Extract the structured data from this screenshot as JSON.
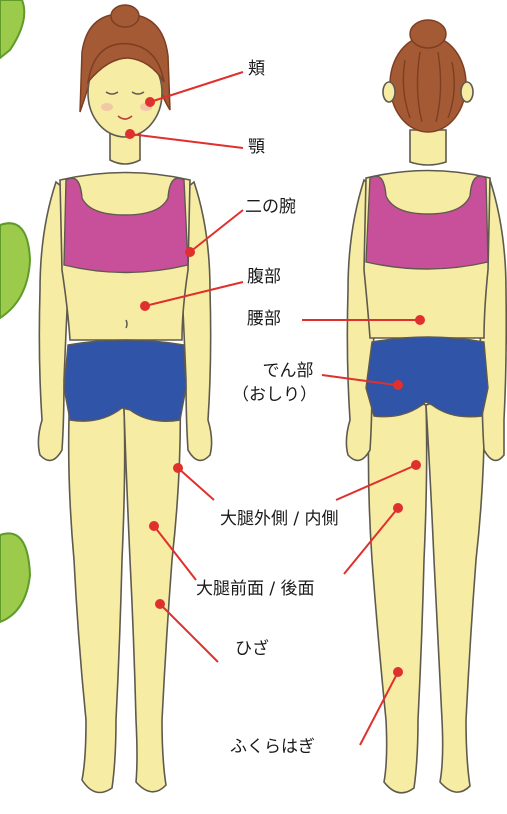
{
  "colors": {
    "skin": "#f6eca4",
    "skin_shade": "#e9d98a",
    "outline": "#5f5a4e",
    "hair": "#a45a34",
    "hair_dark": "#7d3f22",
    "top": "#c8509a",
    "top_light": "#d77bb3",
    "shorts": "#2f54a8",
    "shorts_light": "#4a6fc0",
    "leader_line": "#e0302d",
    "leaf_green": "#9cca4a",
    "leaf_edge": "#5f9a2a"
  },
  "labels": {
    "cheek": "頬",
    "chin": "顎",
    "upper_arm": "二の腕",
    "abdomen": "腹部",
    "lower_back": "腰部",
    "buttocks_line1": "でん部",
    "buttocks_line2": "（おしり）",
    "thigh_side": "大腿外側 / 内側",
    "thigh_front_back": "大腿前面 / 後面",
    "knee": "ひざ",
    "calf": "ふくらはぎ"
  }
}
